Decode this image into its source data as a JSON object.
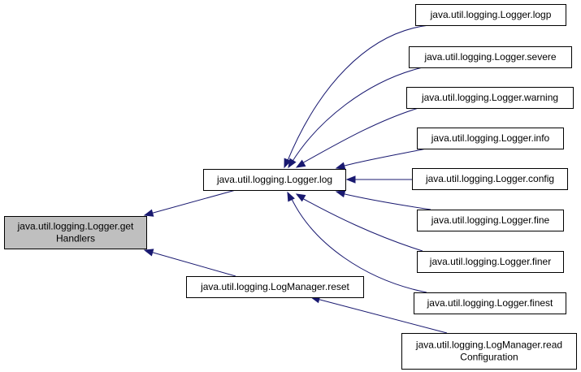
{
  "nodes": {
    "getHandlers": {
      "lines": [
        "java.util.logging.Logger.get",
        "Handlers"
      ],
      "fill": "#bfbfbf"
    },
    "log": {
      "lines": [
        "java.util.logging.Logger.log"
      ],
      "fill": "#ffffff"
    },
    "reset": {
      "lines": [
        "java.util.logging.LogManager.reset"
      ],
      "fill": "#ffffff"
    },
    "logp": {
      "lines": [
        "java.util.logging.Logger.logp"
      ],
      "fill": "#ffffff"
    },
    "severe": {
      "lines": [
        "java.util.logging.Logger.severe"
      ],
      "fill": "#ffffff"
    },
    "warning": {
      "lines": [
        "java.util.logging.Logger.warning"
      ],
      "fill": "#ffffff"
    },
    "info": {
      "lines": [
        "java.util.logging.Logger.info"
      ],
      "fill": "#ffffff"
    },
    "config": {
      "lines": [
        "java.util.logging.Logger.config"
      ],
      "fill": "#ffffff"
    },
    "fine": {
      "lines": [
        "java.util.logging.Logger.fine"
      ],
      "fill": "#ffffff"
    },
    "finer": {
      "lines": [
        "java.util.logging.Logger.finer"
      ],
      "fill": "#ffffff"
    },
    "finest": {
      "lines": [
        "java.util.logging.Logger.finest"
      ],
      "fill": "#ffffff"
    },
    "readConfiguration": {
      "lines": [
        "java.util.logging.LogManager.read",
        "Configuration"
      ],
      "fill": "#ffffff"
    }
  },
  "edges": [
    {
      "from": "log",
      "to": "getHandlers"
    },
    {
      "from": "reset",
      "to": "getHandlers"
    },
    {
      "from": "logp",
      "to": "log"
    },
    {
      "from": "severe",
      "to": "log"
    },
    {
      "from": "warning",
      "to": "log"
    },
    {
      "from": "info",
      "to": "log"
    },
    {
      "from": "config",
      "to": "log"
    },
    {
      "from": "fine",
      "to": "log"
    },
    {
      "from": "finer",
      "to": "log"
    },
    {
      "from": "finest",
      "to": "log"
    },
    {
      "from": "readConfiguration",
      "to": "reset"
    }
  ],
  "colors": {
    "edge": "#191970",
    "border": "#000000",
    "highlight": "#bfbfbf"
  }
}
